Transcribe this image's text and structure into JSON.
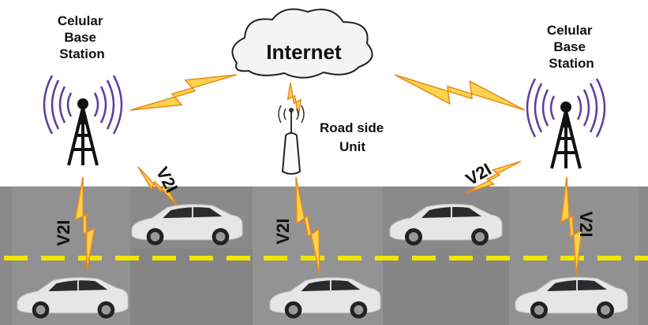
{
  "labels": {
    "left_station": [
      "Celular",
      "Base",
      "Station"
    ],
    "right_station": [
      "Celular",
      "Base",
      "Station"
    ],
    "internet": "Internet",
    "rsu": [
      "Road side",
      "Unit"
    ],
    "v2i": [
      "V2I",
      "V2I",
      "V2I",
      "V2I"
    ]
  },
  "colors": {
    "road": "#8a8a8a",
    "lane": "#f2e600",
    "bolt_fill": "#fcd34d",
    "bolt_stroke": "#e8891c",
    "waves": "#5b3f9e"
  }
}
